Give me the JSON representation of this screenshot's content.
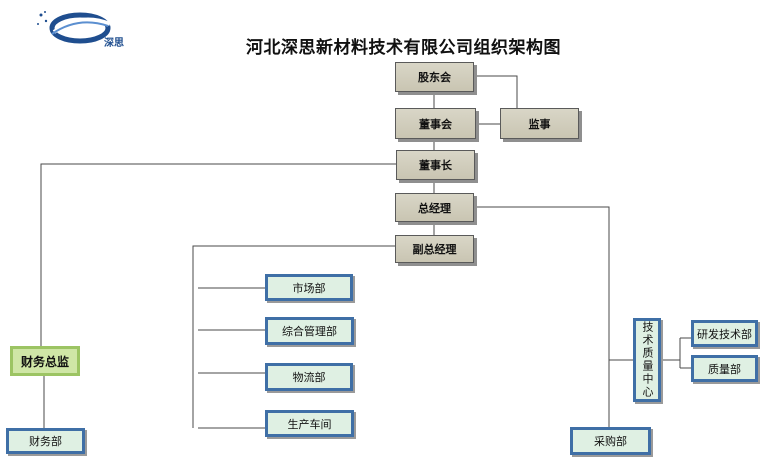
{
  "title": "河北深思新材料技术有限公司组织架构图",
  "logo_text": "深思",
  "nodes": {
    "shareholders_meeting": "股东会",
    "board": "董事会",
    "supervisor": "监事",
    "chairman": "董事长",
    "general_manager": "总经理",
    "deputy_gm": "副总经理",
    "market": "市场部",
    "general_admin": "综合管理部",
    "logistics": "物流部",
    "production": "生产车间",
    "finance_director": "财务总监",
    "finance": "财务部",
    "tech_quality_center": "技术质量中心",
    "rnd": "研发技术部",
    "quality": "质量部",
    "procurement": "采购部"
  },
  "colors": {
    "management_fill": "#cfcbb8",
    "department_border": "#3f6fa6",
    "department_fill": "#dff0e3",
    "finance_head_fill": "#cfe6a6",
    "line": "#4a4a4a"
  }
}
